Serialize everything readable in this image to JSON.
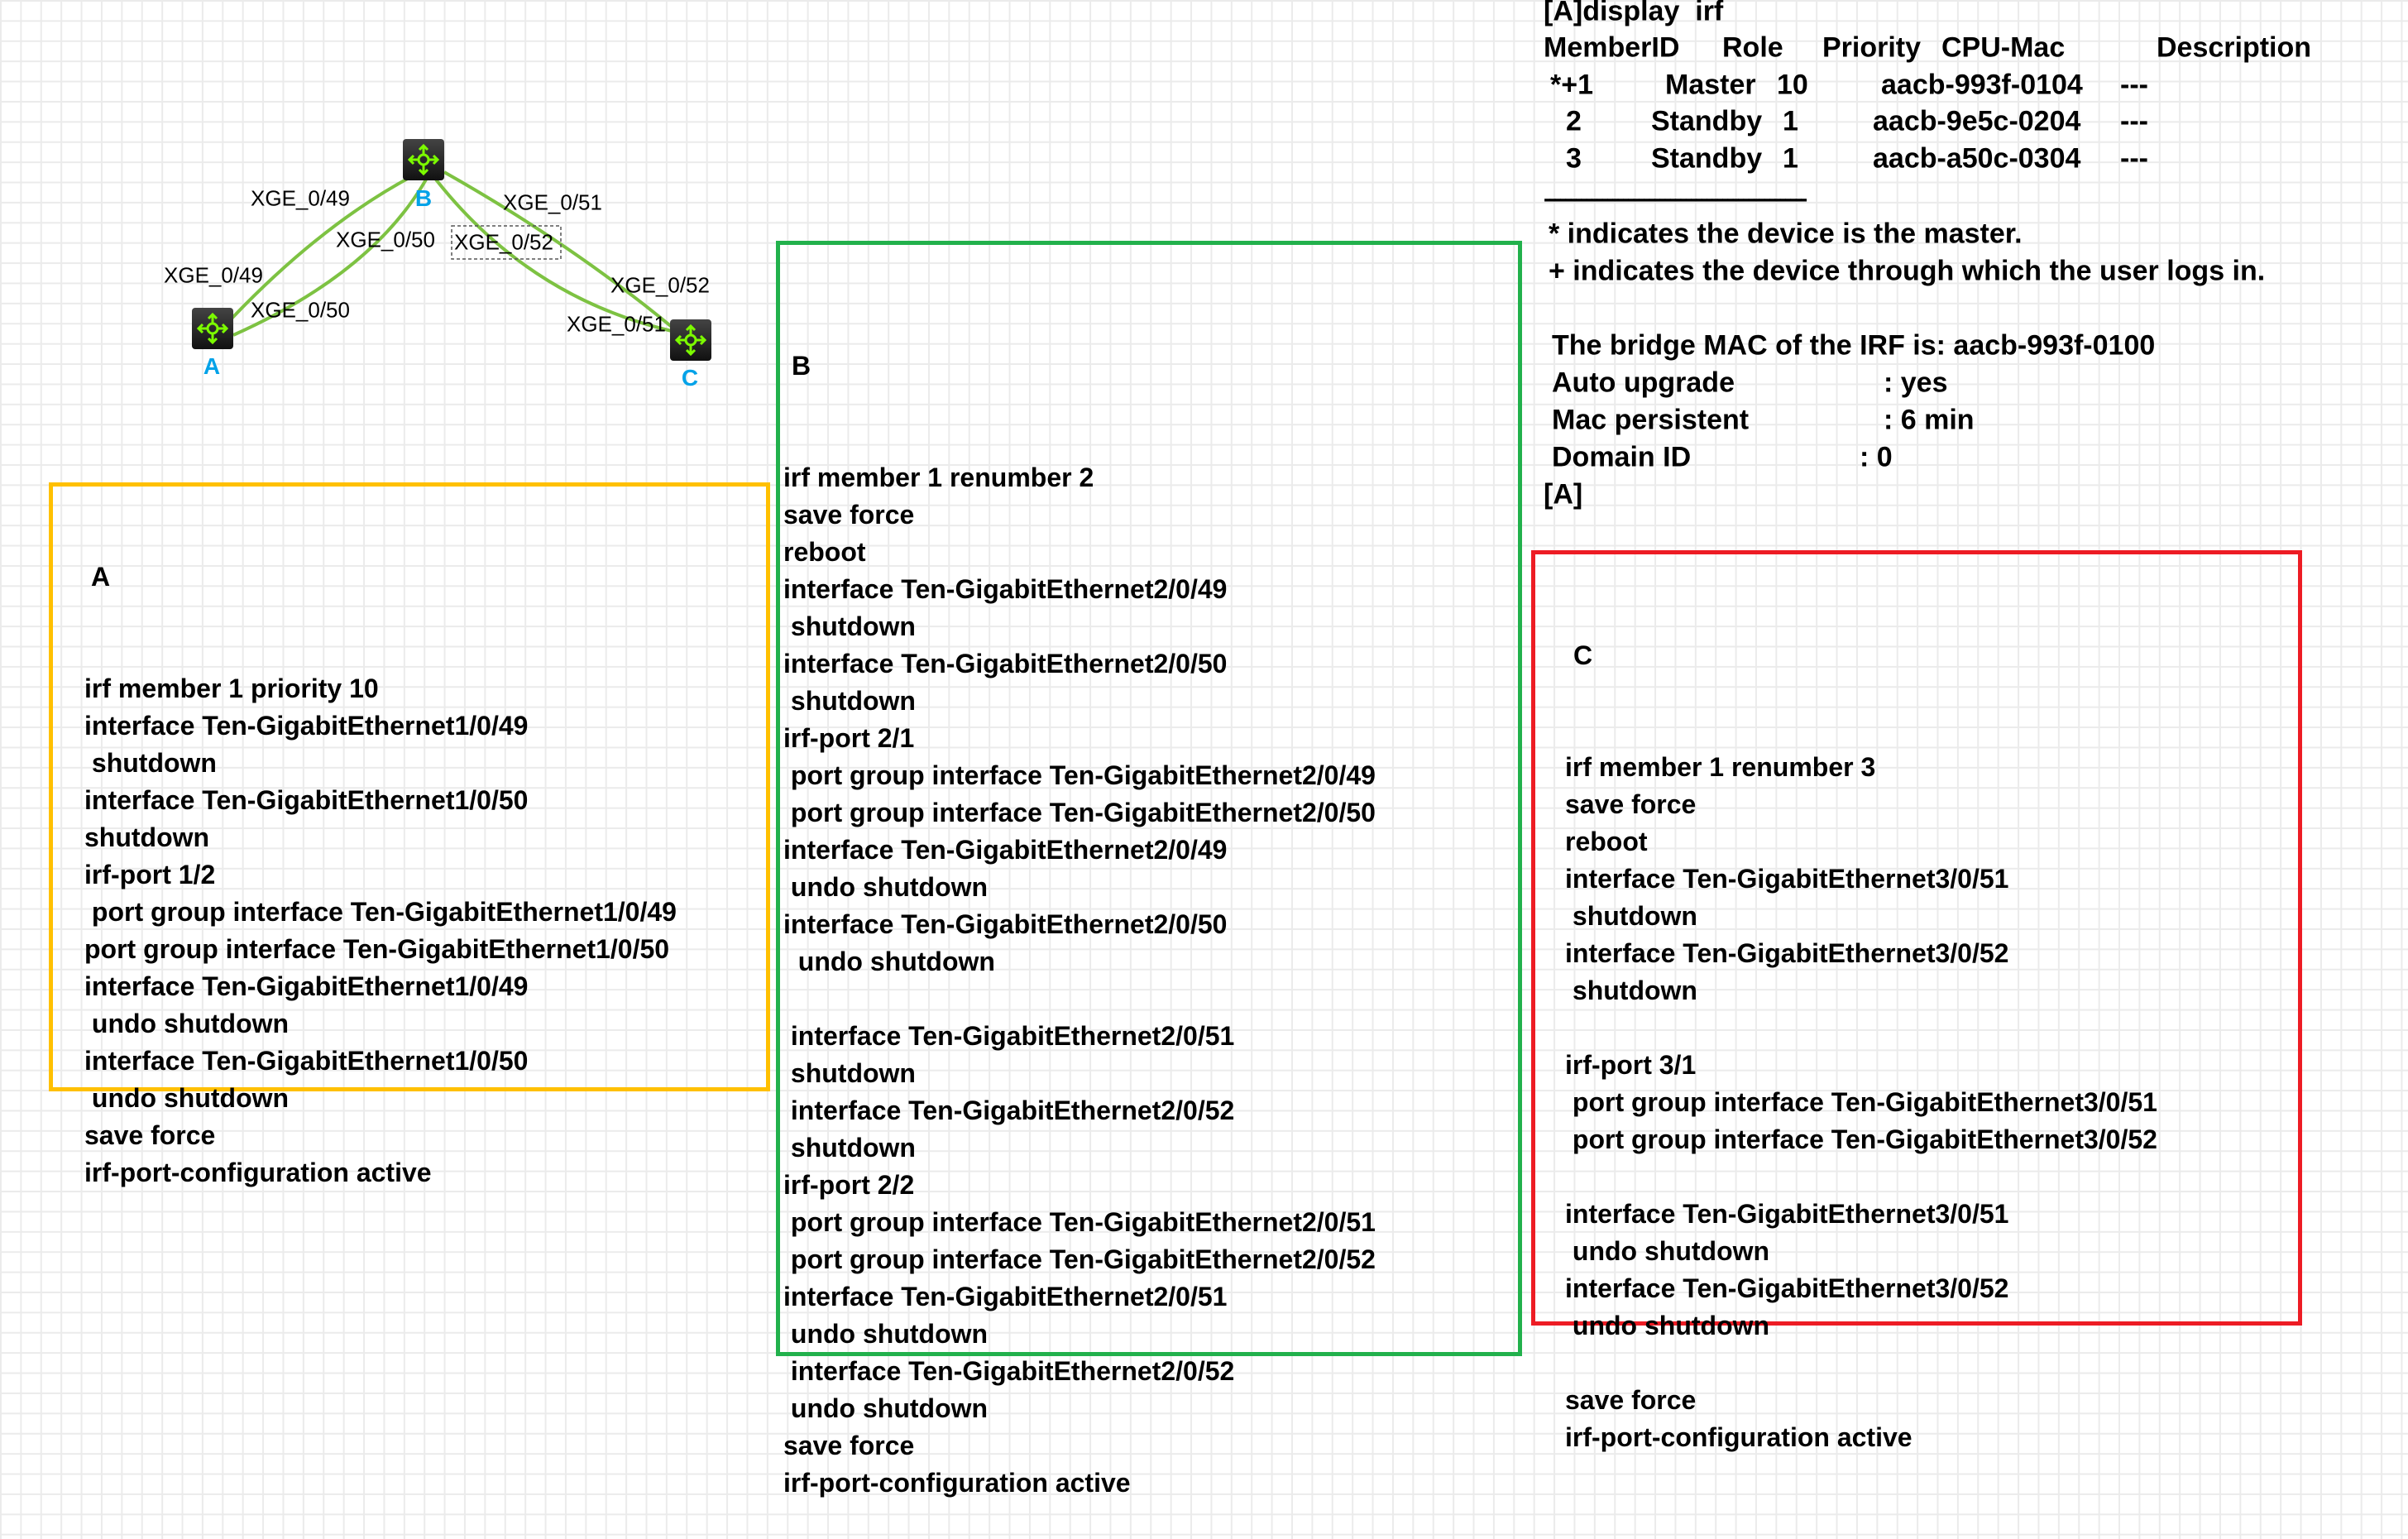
{
  "topology": {
    "node_color": "#00A2E8",
    "link_color": "#7DC242",
    "nodes": [
      {
        "label": "A"
      },
      {
        "label": "B"
      },
      {
        "label": "C"
      }
    ],
    "ports": {
      "a_b_top": "XGE_0/49",
      "b_a_mid": "XGE_0/50",
      "a_49": "XGE_0/49",
      "a_50": "XGE_0/50",
      "b_51": "XGE_0/51",
      "b_52": "XGE_0/52",
      "c_52": "XGE_0/52",
      "c_51": "XGE_0/51"
    }
  },
  "boxes": {
    "A": {
      "color": "#FFC000",
      "title": "A",
      "lines": [
        "irf member 1 priority 10",
        "interface Ten-GigabitEthernet1/0/49",
        " shutdown",
        "interface Ten-GigabitEthernet1/0/50",
        "shutdown",
        "irf-port 1/2",
        " port group interface Ten-GigabitEthernet1/0/49",
        "port group interface Ten-GigabitEthernet1/0/50",
        "interface Ten-GigabitEthernet1/0/49",
        " undo shutdown",
        "interface Ten-GigabitEthernet1/0/50",
        " undo shutdown",
        "save force",
        "irf-port-configuration active"
      ]
    },
    "B": {
      "color": "#22B14C",
      "title": "B",
      "lines": [
        "irf member 1 renumber 2",
        "save force",
        "reboot",
        "interface Ten-GigabitEthernet2/0/49",
        " shutdown",
        "interface Ten-GigabitEthernet2/0/50",
        " shutdown",
        "irf-port 2/1",
        " port group interface Ten-GigabitEthernet2/0/49",
        " port group interface Ten-GigabitEthernet2/0/50",
        "interface Ten-GigabitEthernet2/0/49",
        " undo shutdown",
        "interface Ten-GigabitEthernet2/0/50",
        "  undo shutdown",
        "",
        " interface Ten-GigabitEthernet2/0/51",
        " shutdown",
        " interface Ten-GigabitEthernet2/0/52",
        " shutdown",
        "irf-port 2/2",
        " port group interface Ten-GigabitEthernet2/0/51",
        " port group interface Ten-GigabitEthernet2/0/52",
        "interface Ten-GigabitEthernet2/0/51",
        " undo shutdown",
        " interface Ten-GigabitEthernet2/0/52",
        " undo shutdown",
        "save force",
        "irf-port-configuration active"
      ]
    },
    "C": {
      "color": "#ED1C24",
      "title": "C",
      "lines": [
        "irf member 1 renumber 3",
        "save force",
        "reboot",
        "interface Ten-GigabitEthernet3/0/51",
        " shutdown",
        "interface Ten-GigabitEthernet3/0/52",
        " shutdown",
        "",
        "irf-port 3/1",
        " port group interface Ten-GigabitEthernet3/0/51",
        " port group interface Ten-GigabitEthernet3/0/52",
        "",
        "interface Ten-GigabitEthernet3/0/51",
        " undo shutdown",
        "interface Ten-GigabitEthernet3/0/52",
        " undo shutdown",
        "",
        "save force",
        "irf-port-configuration active"
      ]
    }
  },
  "irf_output": {
    "command": "[A]display  irf",
    "headers": [
      "MemberID",
      "Role",
      "Priority",
      "CPU-Mac",
      "Description"
    ],
    "rows": [
      [
        "*+1",
        "Master",
        "10",
        "aacb-993f-0104",
        "---"
      ],
      [
        "2",
        "Standby",
        "1",
        "aacb-9e5c-0204",
        "---"
      ],
      [
        "3",
        "Standby",
        "1",
        "aacb-a50c-0304",
        "---"
      ]
    ],
    "separator": "--------------------------------------------------",
    "note_master": "* indicates the device is the master.",
    "note_login": "+ indicates the device through which the user logs in.",
    "bridge_mac": "The bridge MAC of the IRF is: aacb-993f-0100",
    "auto_upgrade_label": "Auto upgrade",
    "auto_upgrade_value": ": yes",
    "mac_persistent_label": "Mac persistent",
    "mac_persistent_value": ": 6 min",
    "domain_id_label": "Domain ID",
    "domain_id_value": ": 0",
    "prompt": "[A]"
  }
}
